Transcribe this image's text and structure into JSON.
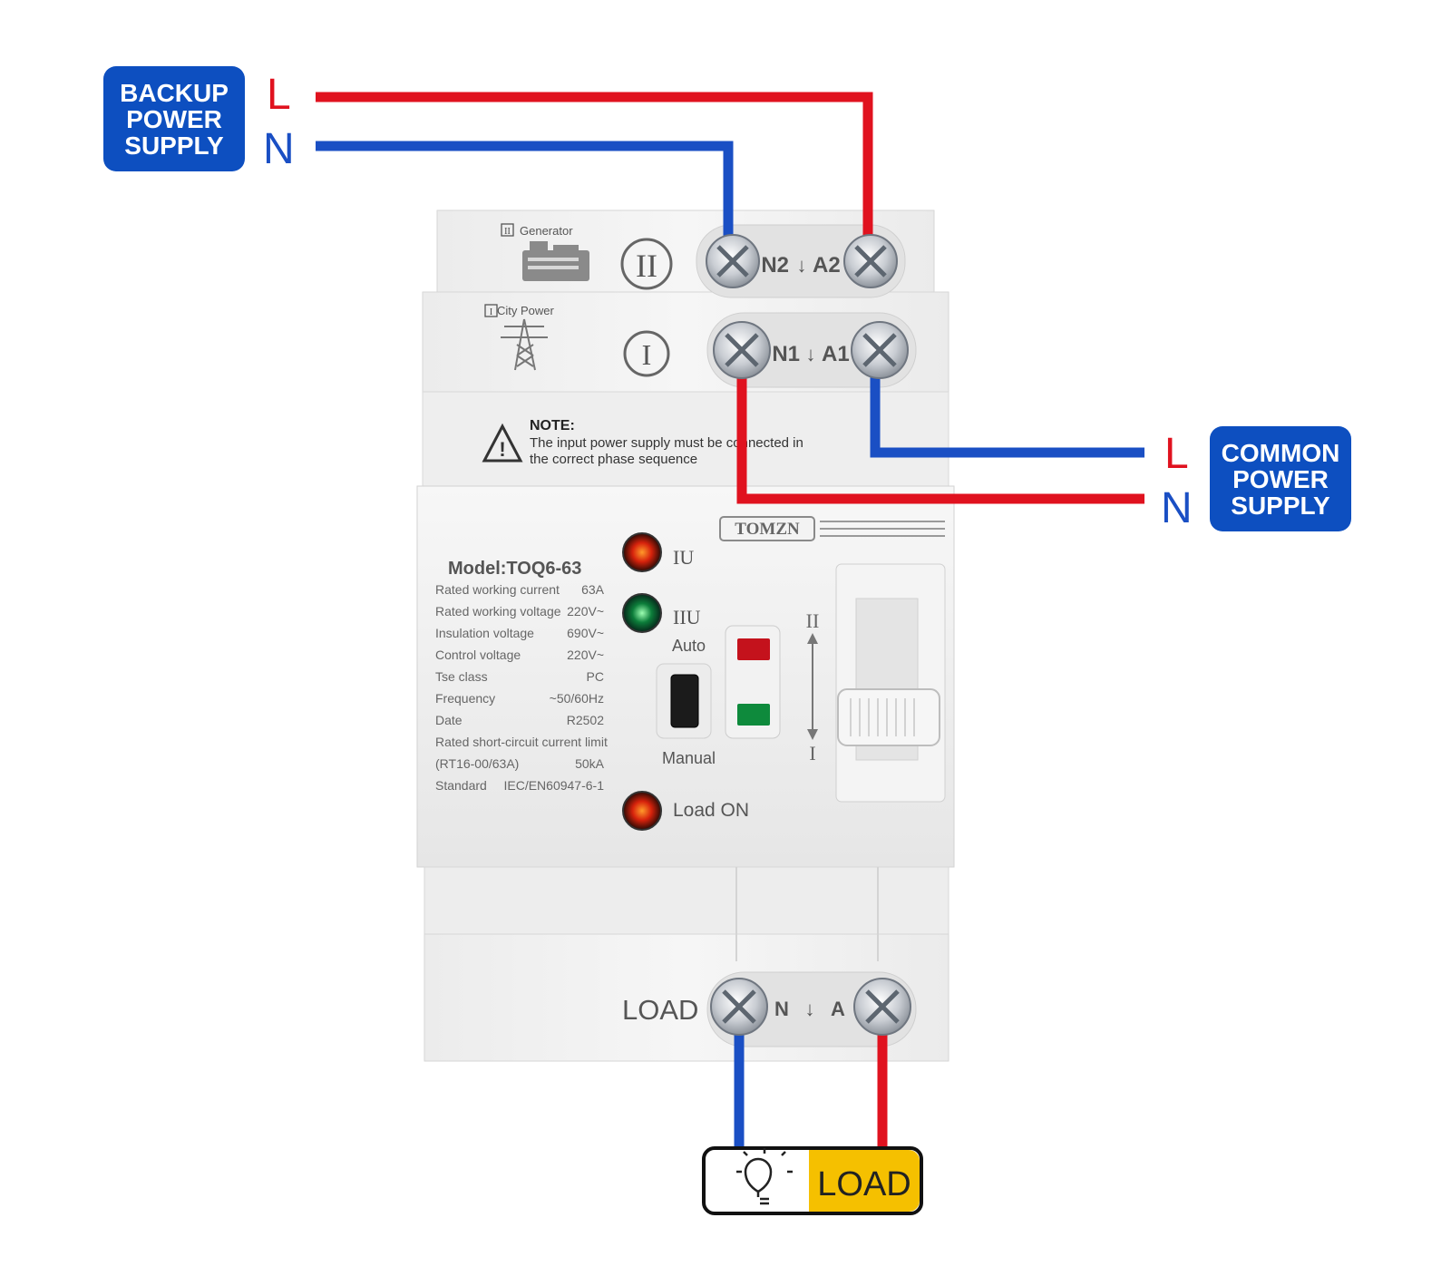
{
  "backup_supply": {
    "label_lines": [
      "BACKUP",
      "POWER",
      "SUPPLY"
    ],
    "l": "L",
    "n": "N"
  },
  "common_supply": {
    "label_lines": [
      "COMMON",
      "POWER",
      "SUPPLY"
    ],
    "l": "L",
    "n": "N"
  },
  "colors": {
    "live": "#e0121f",
    "neutral": "#1a4fc4",
    "badge": "#0d4fc0",
    "load_yellow": "#f5c000"
  },
  "device": {
    "generator_label": "Generator",
    "generator_tag": "II",
    "generator_roman": "II",
    "terminal_top": {
      "n": "N2",
      "a": "A2"
    },
    "city_label": "City Power",
    "city_tag": "I",
    "city_roman": "I",
    "terminal_mid": {
      "n": "N1",
      "a": "A1"
    },
    "note_title": "NOTE:",
    "note_line1": "The input power supply must be connected in",
    "note_line2": "the correct phase sequence",
    "brand": "TOMZN",
    "model": "Model:TOQ6-63",
    "specs": [
      {
        "label": "Rated working current",
        "value": "63A"
      },
      {
        "label": "Rated working voltage",
        "value": "220V~"
      },
      {
        "label": "Insulation voltage",
        "value": "690V~"
      },
      {
        "label": "Control voltage",
        "value": "220V~"
      },
      {
        "label": "Tse class",
        "value": "PC"
      },
      {
        "label": "Frequency",
        "value": "~50/60Hz"
      },
      {
        "label": "Date",
        "value": "R2502"
      },
      {
        "label": "Rated short-circuit current limit",
        "value": ""
      },
      {
        "label": "(RT16-00/63A)",
        "value": "50kA"
      },
      {
        "label": "Standard",
        "value": "IEC/EN60947-6-1"
      }
    ],
    "led_1": "IU",
    "led_2": "IIU",
    "mode_auto": "Auto",
    "mode_manual": "Manual",
    "load_on": "Load ON",
    "switch_top": "II",
    "switch_bottom": "I",
    "load_label": "LOAD",
    "load_terminal": {
      "n": "N",
      "a": "A"
    }
  },
  "load_box": {
    "label": "LOAD"
  }
}
